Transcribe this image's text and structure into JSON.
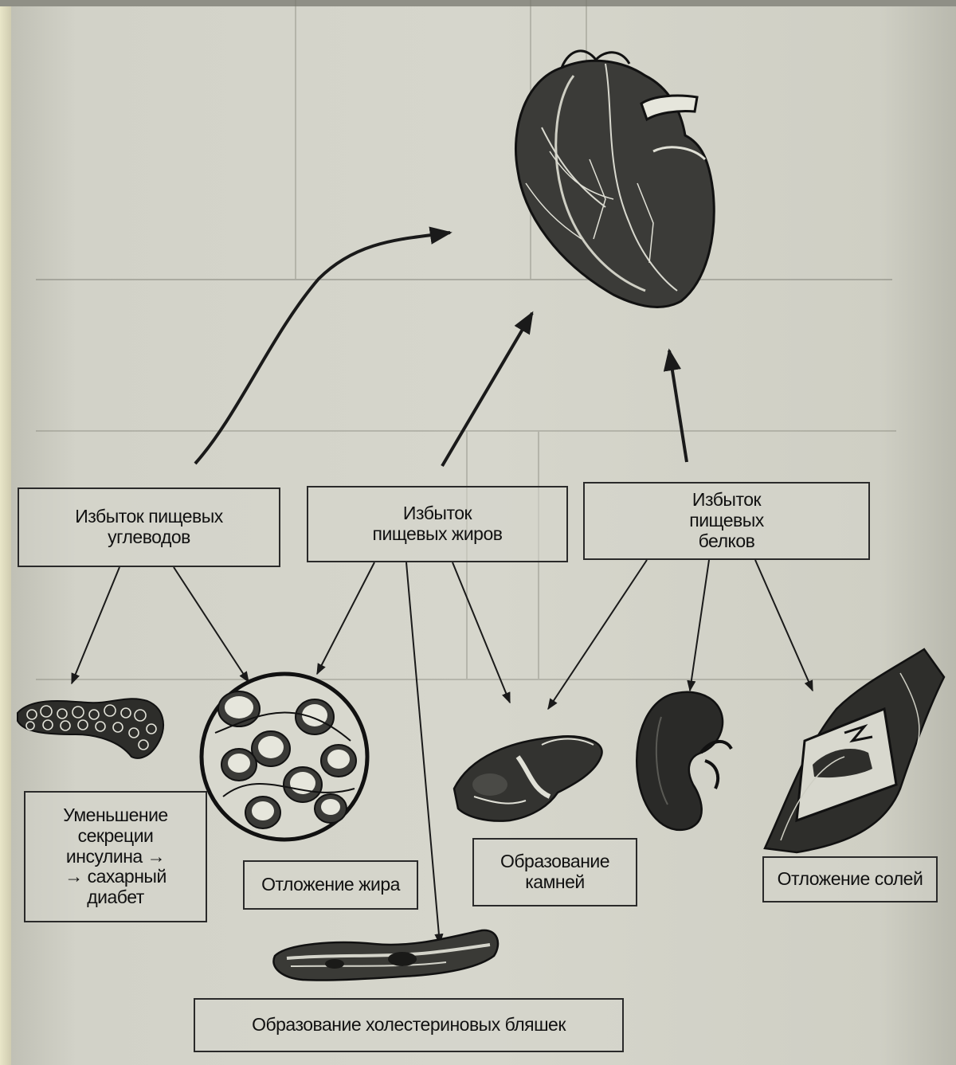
{
  "diagram": {
    "causes": {
      "carbs": "Избыток пищевых углеводов",
      "fats": "Избыток пищевых жиров",
      "proteins": "Избыток пищевых белков"
    },
    "effects": {
      "diabetes": "Уменьшение секреции инсулина → → сахарный диабет",
      "fat_deposit": "Отложение жира",
      "stones": "Образование камней",
      "salts": "Отложение солей",
      "plaques": "Образование холестериновых бляшек"
    },
    "organs": [
      "heart-illustration",
      "pancreas-illustration",
      "fat-tissue-illustration",
      "liver-illustration",
      "kidney-illustration",
      "joint-illustration",
      "artery-illustration"
    ]
  }
}
